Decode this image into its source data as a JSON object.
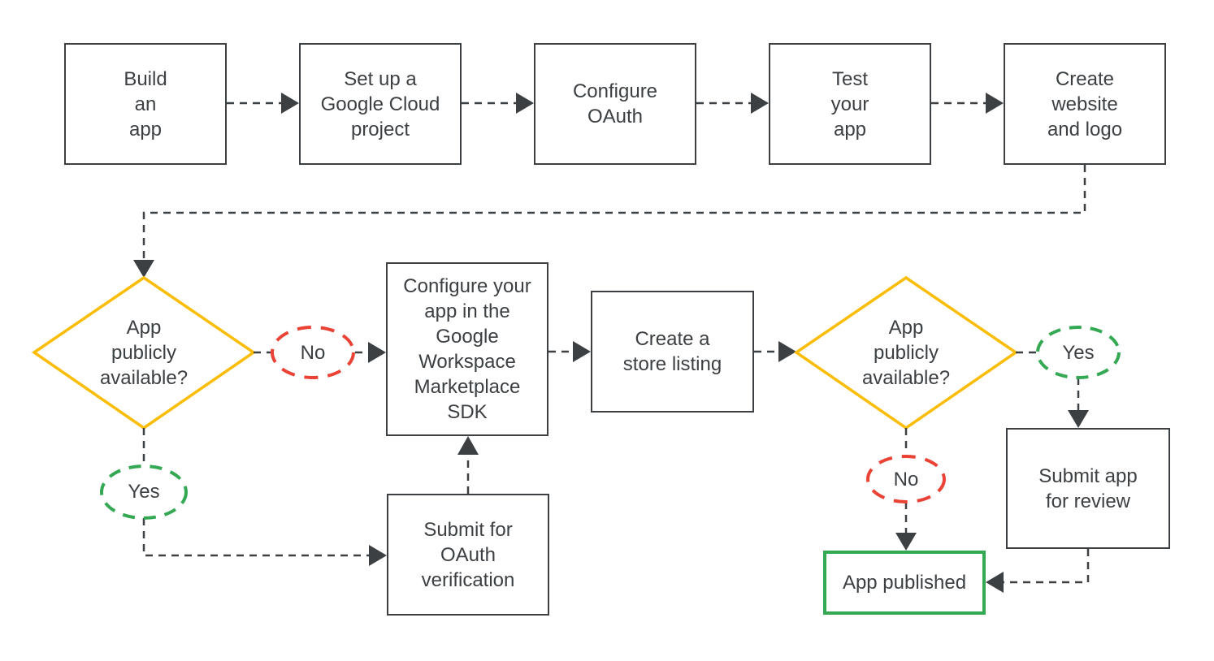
{
  "diagram": {
    "title": "Google Workspace Marketplace app publishing flowchart",
    "colors": {
      "background": "#ffffff",
      "line": "#3c4043",
      "text": "#3c4043",
      "box_border": "#3c4043",
      "decision_border": "#fbbc04",
      "no_border": "#ea4335",
      "yes_border": "#34a853",
      "published_border": "#34a853"
    },
    "nodes": {
      "build_app": {
        "label": "Build\nan\napp"
      },
      "setup_project": {
        "label": "Set up a\nGoogle Cloud\nproject"
      },
      "configure_oauth": {
        "label": "Configure\nOAuth"
      },
      "test_app": {
        "label": "Test\nyour\napp"
      },
      "create_website": {
        "label": "Create\nwebsite\nand logo"
      },
      "configure_sdk": {
        "label": "Configure your\napp in the\nGoogle\nWorkspace\nMarketplace\nSDK"
      },
      "store_listing": {
        "label": "Create a\nstore listing"
      },
      "submit_oauth": {
        "label": "Submit for\nOAuth\nverification"
      },
      "submit_review": {
        "label": "Submit app\nfor review"
      },
      "app_published": {
        "label": "App published"
      },
      "decision_1": {
        "label": "App\npublicly\navailable?"
      },
      "decision_2": {
        "label": "App\npublicly\navailable?"
      },
      "decision_1_no": {
        "label": "No"
      },
      "decision_1_yes": {
        "label": "Yes"
      },
      "decision_2_yes": {
        "label": "Yes"
      },
      "decision_2_no": {
        "label": "No"
      }
    }
  }
}
